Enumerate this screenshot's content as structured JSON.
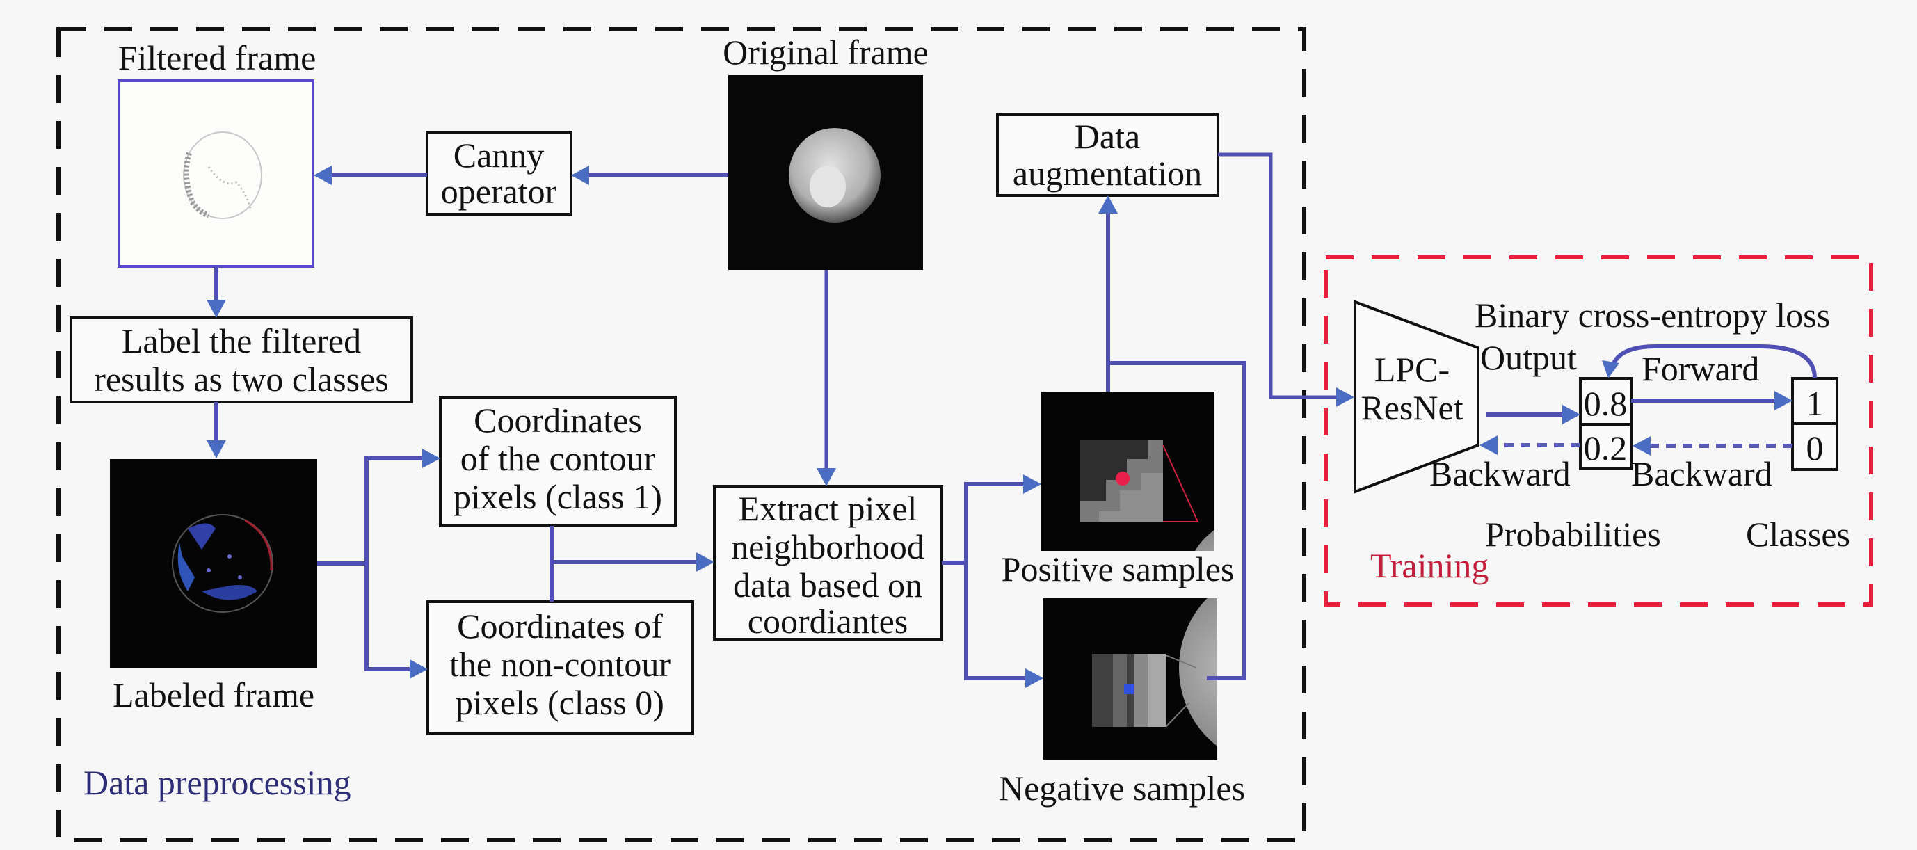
{
  "groups": {
    "preprocessing": {
      "label": "Data preprocessing",
      "color": "#2e2e78"
    },
    "training": {
      "label": "Training",
      "color": "#c41e3a"
    }
  },
  "nodes": {
    "original_frame": {
      "label": "Original frame"
    },
    "filtered_frame": {
      "label": "Filtered frame"
    },
    "canny": {
      "lines": [
        "Canny",
        "operator"
      ]
    },
    "label_classes": {
      "lines": [
        "Label the filtered",
        "results as two classes"
      ]
    },
    "labeled_frame": {
      "label": "Labeled frame"
    },
    "contour_coords": {
      "lines": [
        "Coordinates",
        "of the contour",
        "pixels (class 1)"
      ]
    },
    "noncontour_coords": {
      "lines": [
        "Coordinates of",
        "the non-contour",
        "pixels (class 0)"
      ]
    },
    "extract": {
      "lines": [
        "Extract pixel",
        "neighborhood",
        "data based on",
        "coordiantes"
      ]
    },
    "positive_samples": {
      "label": "Positive samples"
    },
    "negative_samples": {
      "label": "Negative samples"
    },
    "data_augmentation": {
      "lines": [
        "Data",
        "augmentation"
      ]
    },
    "network": {
      "lines": [
        "LPC-",
        "ResNet"
      ]
    }
  },
  "training": {
    "loss_label": "Binary cross-entropy loss",
    "output_label": "Output",
    "forward_label": "Forward",
    "backward_label_left": "Backward",
    "backward_label_right": "Backward",
    "probabilities_label": "Probabilities",
    "classes_label": "Classes",
    "probabilities": [
      "0.8",
      "0.2"
    ],
    "classes": [
      "1",
      "0"
    ]
  },
  "colors": {
    "flow_line": "#5050b4",
    "arrow_head": "#4a6cc2",
    "group_border_preprocessing": "#111111",
    "group_border_training": "#e8203c",
    "positive_marker": "#e8204a",
    "negative_marker": "#3050e0"
  }
}
